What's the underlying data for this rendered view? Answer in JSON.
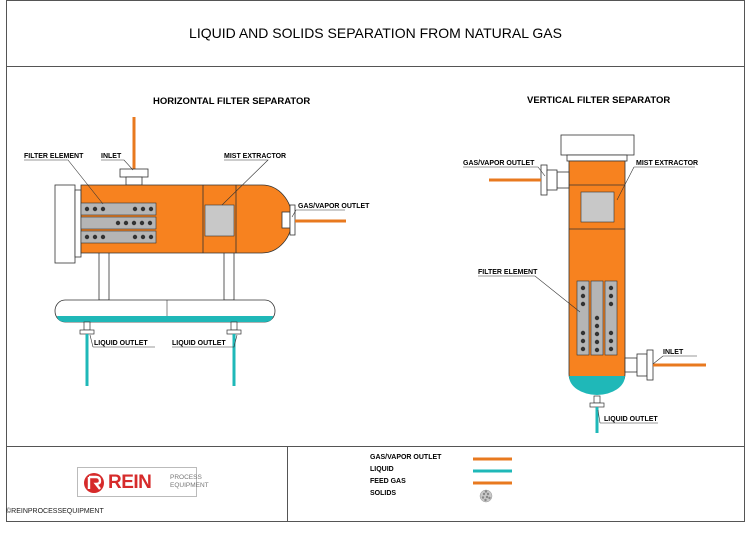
{
  "title": "LIQUID AND SOLIDS SEPARATION FROM NATURAL GAS",
  "horizontal": {
    "heading": "HORIZONTAL FILTER SEPARATOR",
    "labels": {
      "filter_element": "FILTER ELEMENT",
      "inlet": "INLET",
      "mist_extractor": "MIST EXTRACTOR",
      "gas_outlet": "GAS/VAPOR OUTLET",
      "liquid_outlet_left": "LIQUID OUTLET",
      "liquid_outlet_right": "LIQUID OUTLET"
    }
  },
  "vertical": {
    "heading": "VERTICAL FILTER SEPARATOR",
    "labels": {
      "gas_outlet": "GAS/VAPOR OUTLET",
      "mist_extractor": "MIST EXTRACTOR",
      "filter_element": "FILTER ELEMENT",
      "inlet": "INLET",
      "liquid_outlet": "LIQUID OUTLET"
    }
  },
  "legend": {
    "items": [
      {
        "label": "GAS/VAPOR OUTLET",
        "color": "#e8791f"
      },
      {
        "label": "LIQUID",
        "color": "#1fb8b8"
      },
      {
        "label": "FEED GAS",
        "color": "#e8791f"
      },
      {
        "label": "SOLIDS",
        "icon": "solids-icon"
      }
    ]
  },
  "logo": {
    "brand_a": "RE",
    "brand_b": "IN",
    "sub_line1": "PROCESS",
    "sub_line2": "EQUIPMENT"
  },
  "copyright": "©REINPROCESSEQUIPMENT",
  "colors": {
    "vessel": "#f7821f",
    "pipe": "#e8791f",
    "liquid": "#1fb8b8",
    "filter": "#b5b5b5",
    "mist": "#c8c8c8"
  }
}
